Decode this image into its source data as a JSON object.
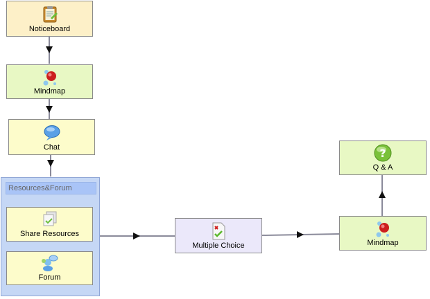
{
  "nodes": {
    "noticeboard": {
      "label": "Noticeboard",
      "icon": "noticeboard-icon"
    },
    "mindmap_top": {
      "label": "Mindmap",
      "icon": "mindmap-icon"
    },
    "chat": {
      "label": "Chat",
      "icon": "chat-icon"
    },
    "share_resources": {
      "label": "Share Resources",
      "icon": "share-resources-icon"
    },
    "forum": {
      "label": "Forum",
      "icon": "forum-icon"
    },
    "multiple_choice": {
      "label": "Multiple Choice",
      "icon": "multiple-choice-icon"
    },
    "mindmap_right": {
      "label": "Mindmap",
      "icon": "mindmap-icon"
    },
    "qa": {
      "label": "Q & A",
      "icon": "question-icon"
    }
  },
  "group": {
    "title": "Resources&Forum"
  },
  "edges": [
    [
      "noticeboard",
      "mindmap_top"
    ],
    [
      "mindmap_top",
      "chat"
    ],
    [
      "chat",
      "resources_forum"
    ],
    [
      "resources_forum",
      "multiple_choice"
    ],
    [
      "multiple_choice",
      "mindmap_right"
    ],
    [
      "mindmap_right",
      "qa"
    ]
  ],
  "colors": {
    "activity_peach": "#fdf0c8",
    "activity_lime": "#e8f8c4",
    "activity_yellow": "#fdfccb",
    "activity_lavender": "#ebe8fa",
    "group_fill": "#c5d7f5",
    "edge": "#8a8a9a"
  }
}
